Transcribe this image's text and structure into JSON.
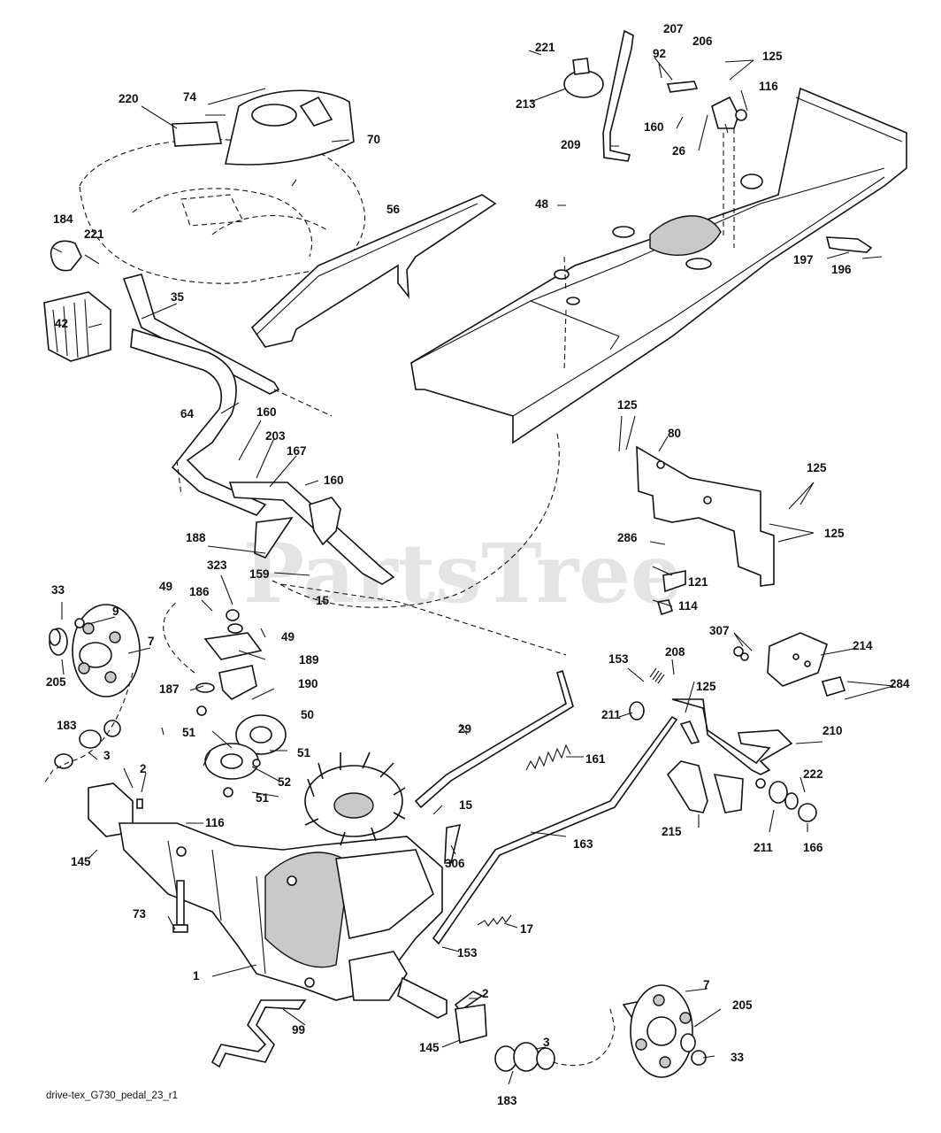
{
  "footer_text": "drive-tex_G730_pedal_23_r1",
  "watermark": "PartsTree",
  "callouts": [
    "221",
    "207",
    "92",
    "125",
    "213",
    "206",
    "116",
    "160",
    "26",
    "209",
    "220",
    "74",
    "70",
    "56",
    "48",
    "184",
    "221",
    "197",
    "196",
    "35",
    "42",
    "64",
    "160",
    "203",
    "167",
    "160",
    "125",
    "80",
    "125",
    "188",
    "125",
    "159",
    "15",
    "286",
    "121",
    "114",
    "323",
    "49",
    "186",
    "49",
    "33",
    "9",
    "7",
    "189",
    "307",
    "214",
    "190",
    "153",
    "208",
    "187",
    "125",
    "284",
    "205",
    "50",
    "183",
    "3",
    "51",
    "51",
    "52",
    "51",
    "29",
    "211",
    "210",
    "161",
    "2",
    "222",
    "15",
    "116",
    "215",
    "211",
    "166",
    "163",
    "145",
    "306",
    "73",
    "17",
    "153",
    "1",
    "2",
    "7",
    "99",
    "205",
    "3",
    "145",
    "33",
    "183"
  ]
}
